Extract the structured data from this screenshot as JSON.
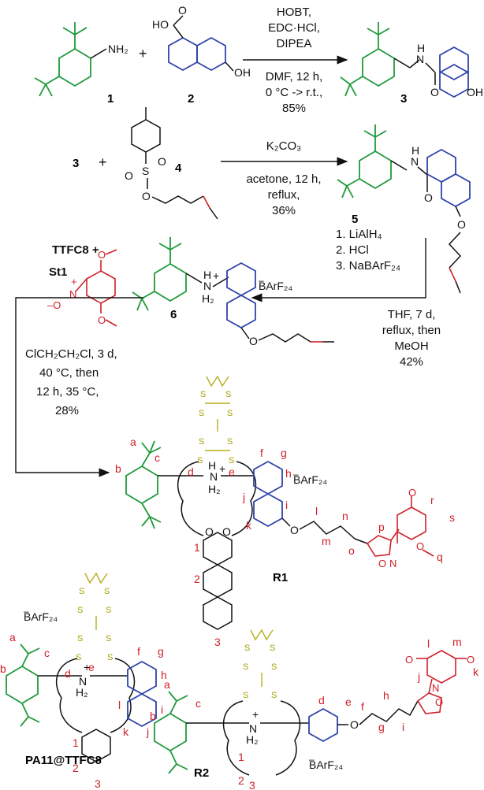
{
  "compounds": {
    "c1": "1",
    "c2": "2",
    "c3": "3",
    "c4": "4",
    "c5": "5",
    "c6": "6",
    "R1": "R1",
    "R2": "R2",
    "PA": "PA11@TTFC8",
    "St1": "St1",
    "TTFC8": "TTFC8 +"
  },
  "step1": {
    "l1": "HOBT,",
    "l2": "EDC·HCl,",
    "l3": "DIPEA",
    "l4": "DMF, 12 h,",
    "l5": "0 °C -> r.t.,",
    "l6": "85%"
  },
  "step2": {
    "l1": "K₂CO₃",
    "l2": "acetone, 12 h,",
    "l3": "reflux,",
    "l4": "36%"
  },
  "step3": {
    "l1": "1. LiAlH₄",
    "l2": "2. HCl",
    "l3": "3. NaBArF₂₄",
    "l4": "THF, 7 d,",
    "l5": "reflux, then",
    "l6": "MeOH",
    "l7": "42%"
  },
  "step4": {
    "l1": "ClCH₂CH₂Cl, 3 d,",
    "l2": "40 °C, then",
    "l3": "12 h, 35 °C,",
    "l4": "28%"
  },
  "counterion": "BArF₂₄",
  "plus": "+",
  "atoms": {
    "NH2": "NH₂",
    "HO": "HO",
    "OH": "OH",
    "H": "H",
    "N": "N",
    "O": "O",
    "S": "S",
    "H2": "H₂",
    "NH": "N",
    "Oneg": "–O",
    "Nplus": "N",
    "plusSign": "+"
  },
  "labels_R1": [
    "a",
    "b",
    "c",
    "d",
    "e",
    "f",
    "g",
    "h",
    "i",
    "j",
    "k",
    "l",
    "m",
    "n",
    "o",
    "p",
    "q",
    "r",
    "s",
    "1",
    "2",
    "3"
  ],
  "labels_PA": [
    "a",
    "b",
    "c",
    "d",
    "e",
    "f",
    "g",
    "h",
    "i",
    "j",
    "k",
    "l",
    "1",
    "2",
    "3"
  ],
  "labels_R2": [
    "a",
    "b",
    "c",
    "d",
    "e",
    "f",
    "g",
    "h",
    "i",
    "j",
    "k",
    "l",
    "m",
    "1",
    "2",
    "3"
  ]
}
